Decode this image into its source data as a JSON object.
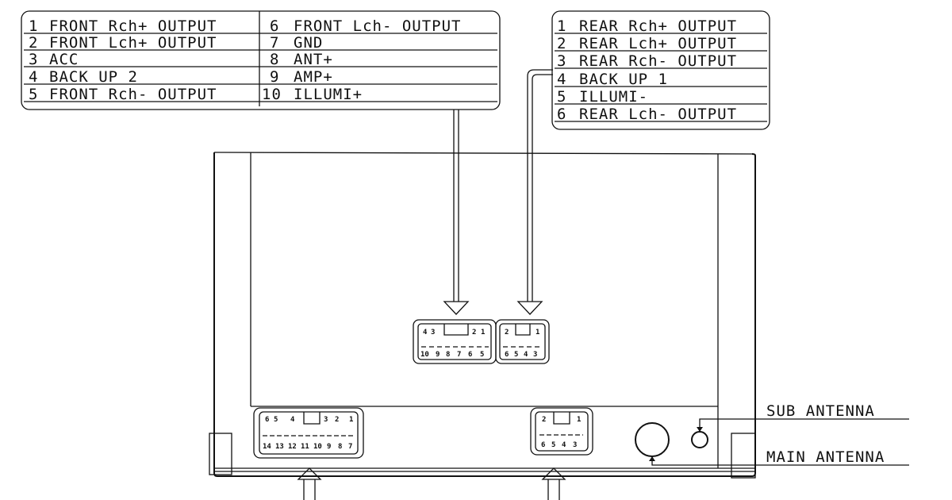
{
  "front_table": {
    "left": [
      {
        "num": "1",
        "label": "FRONT Rch+ OUTPUT"
      },
      {
        "num": "2",
        "label": "FRONT Lch+ OUTPUT"
      },
      {
        "num": "3",
        "label": "ACC"
      },
      {
        "num": "4",
        "label": "BACK UP 2"
      },
      {
        "num": "5",
        "label": "FRONT Rch- OUTPUT"
      }
    ],
    "right": [
      {
        "num": "6",
        "label": "FRONT Lch- OUTPUT"
      },
      {
        "num": "7",
        "label": "GND"
      },
      {
        "num": "8",
        "label": "ANT+"
      },
      {
        "num": "9",
        "label": "AMP+"
      },
      {
        "num": "10",
        "label": "ILLUMI+"
      }
    ]
  },
  "rear_table": [
    {
      "num": "1",
      "label": "REAR Rch+ OUTPUT"
    },
    {
      "num": "2",
      "label": "REAR Lch+ OUTPUT"
    },
    {
      "num": "3",
      "label": "REAR Rch- OUTPUT"
    },
    {
      "num": "4",
      "label": "BACK UP 1"
    },
    {
      "num": "5",
      "label": "ILLUMI-"
    },
    {
      "num": "6",
      "label": "REAR Lch- OUTPUT"
    }
  ],
  "connectors": {
    "front10": {
      "top": [
        "4",
        "3",
        "2",
        "1"
      ],
      "bottom": [
        "10",
        "9",
        "8",
        "7",
        "6",
        "5"
      ]
    },
    "rear6": {
      "top": [
        "2",
        "1"
      ],
      "bottom": [
        "6",
        "5",
        "4",
        "3"
      ]
    },
    "lower14": {
      "top": [
        "6",
        "5",
        "4",
        "3",
        "2",
        "1"
      ],
      "bottom": [
        "14",
        "13",
        "12",
        "11",
        "10",
        "9",
        "8",
        "7"
      ]
    },
    "lower6": {
      "top": [
        "2",
        "1"
      ],
      "bottom": [
        "6",
        "5",
        "4",
        "3"
      ]
    }
  },
  "antenna_labels": {
    "sub": "SUB ANTENNA",
    "main": "MAIN ANTENNA"
  }
}
